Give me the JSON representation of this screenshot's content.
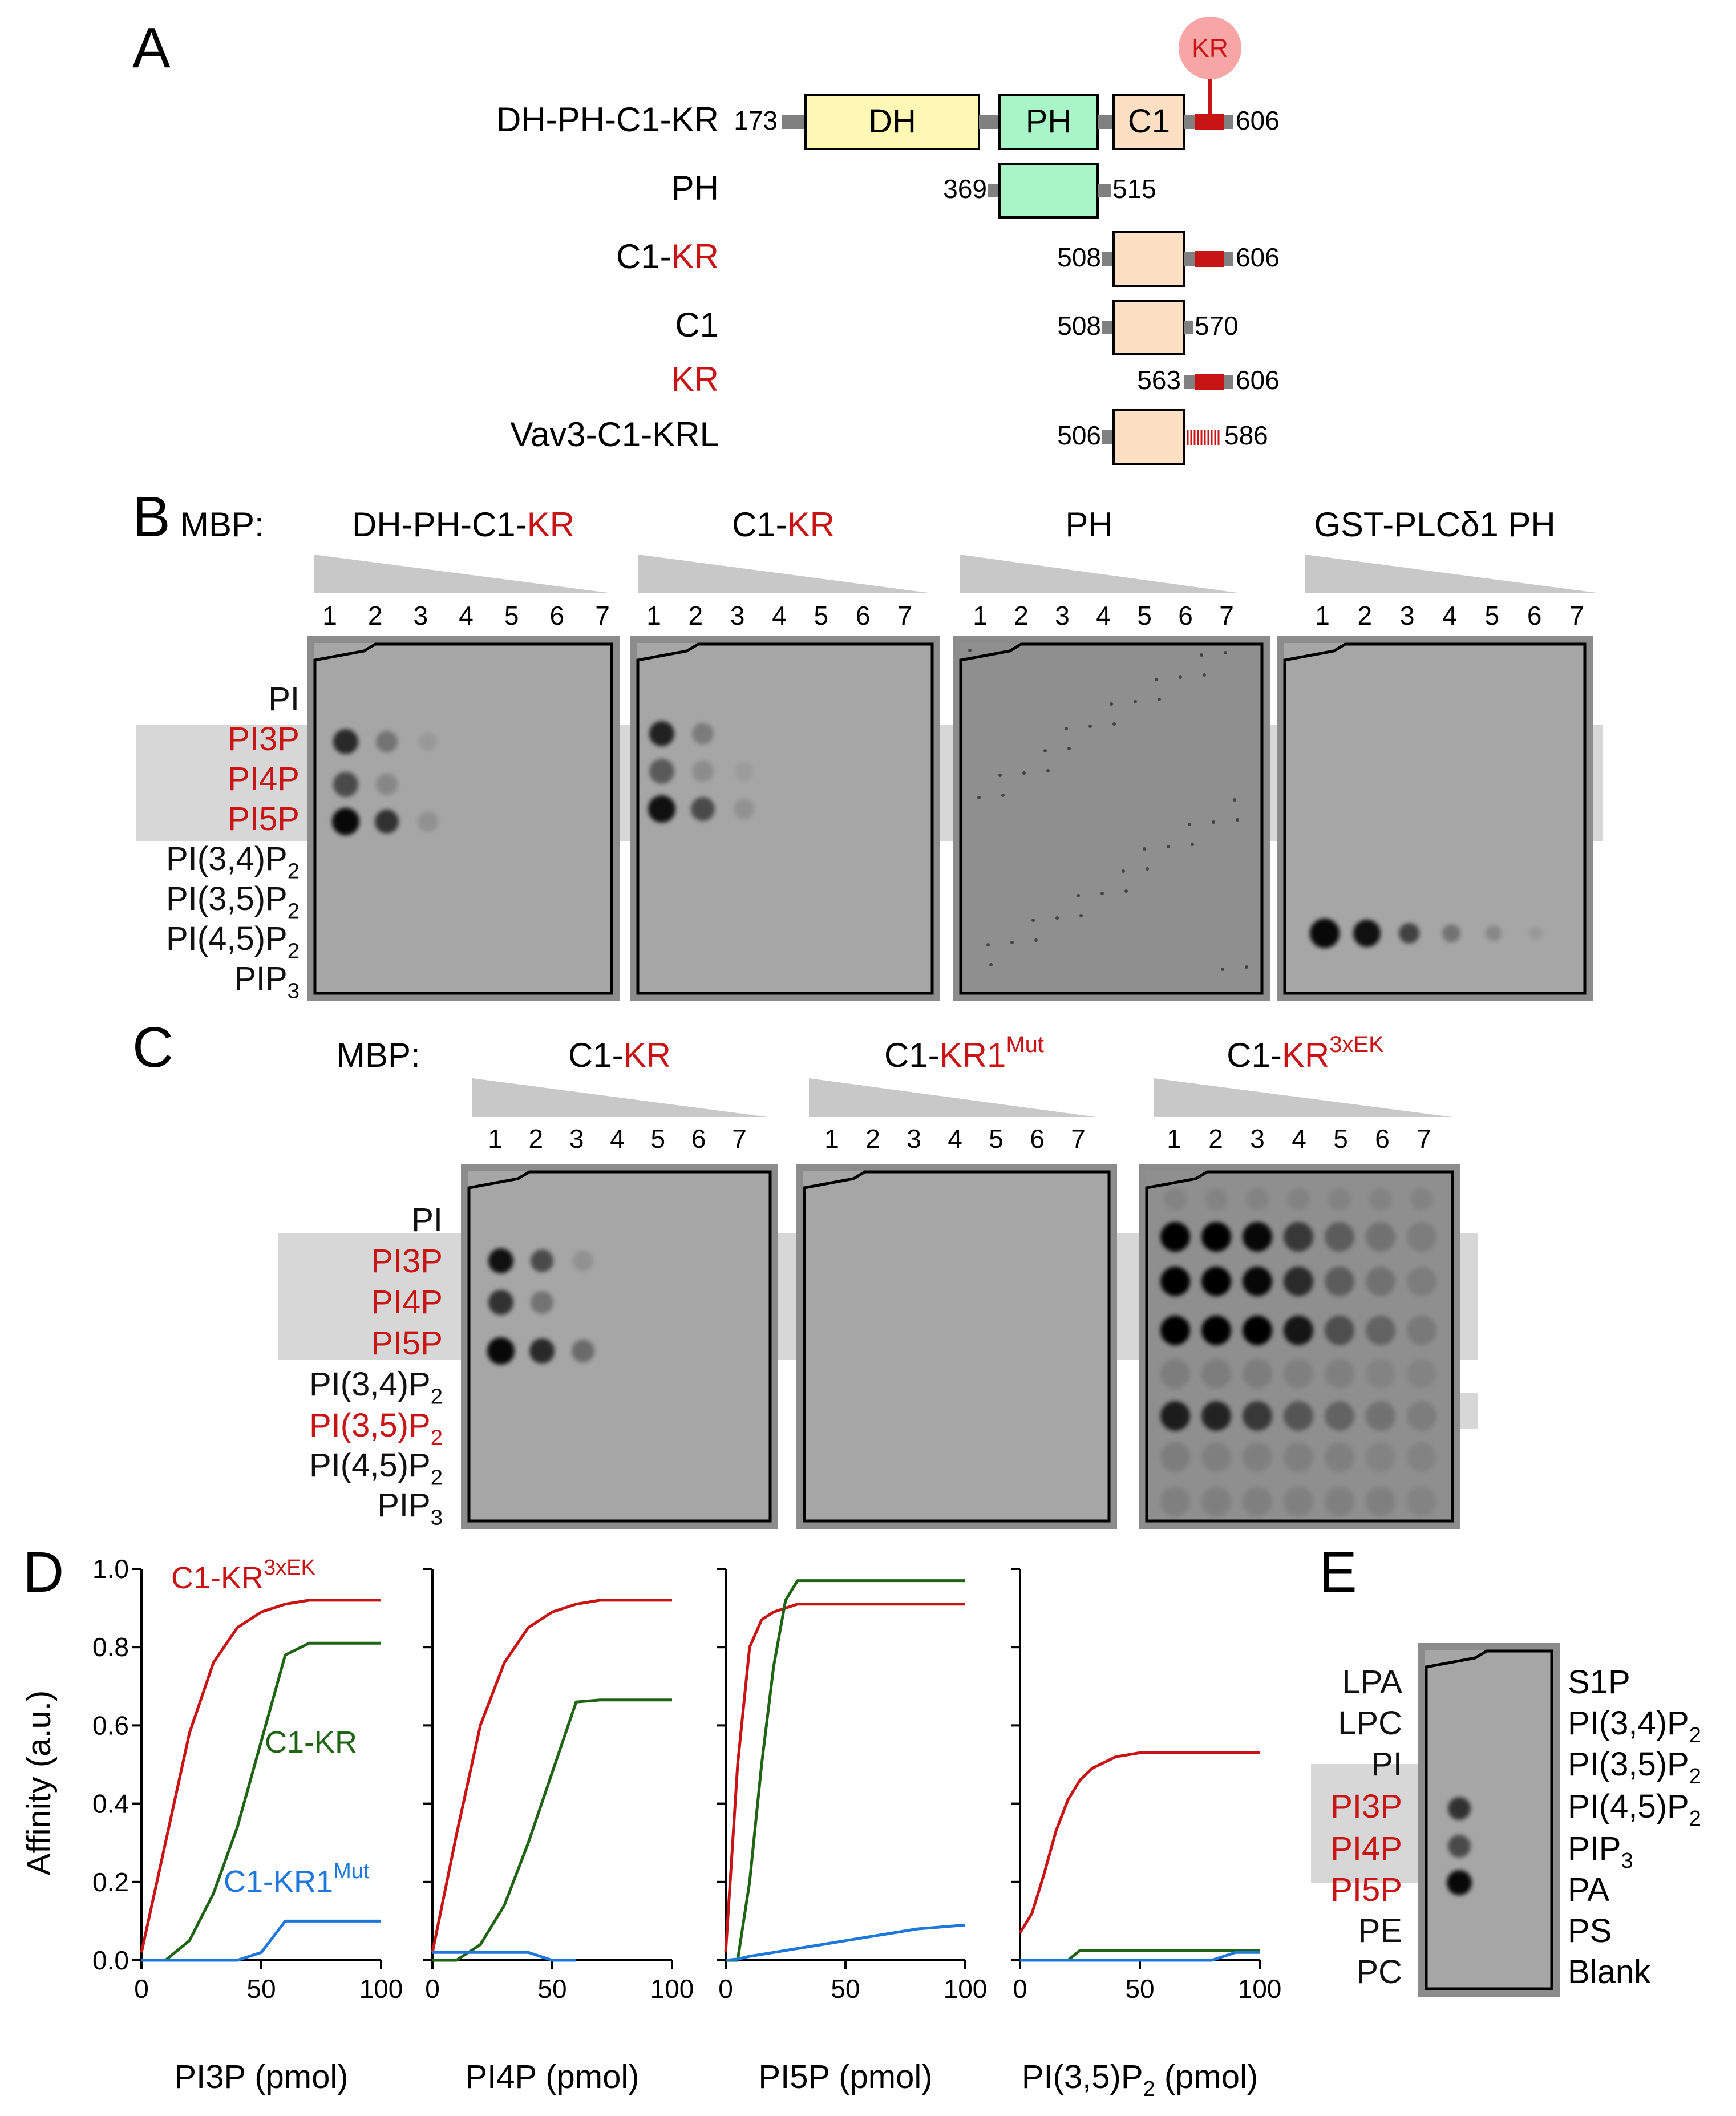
{
  "colors": {
    "red": "#c81414",
    "green": "#1e6414",
    "blue": "#1e78dc",
    "gray_band": "#d7d7d7",
    "membrane": "#a5a5a5",
    "membrane_frame": "#7f7f7f"
  },
  "panelA": {
    "letter": "A",
    "kr_bubble": "KR",
    "domain_labels": {
      "DH": "DH",
      "PH": "PH",
      "C1": "C1"
    },
    "constructs": [
      {
        "label": "DH-PH-C1-KR",
        "start": "173",
        "end": "606"
      },
      {
        "label": "PH",
        "start": "369",
        "end": "515"
      },
      {
        "label_black": "C1-",
        "label_red": "KR",
        "start": "508",
        "end": "606"
      },
      {
        "label": "C1",
        "start": "508",
        "end": "570"
      },
      {
        "label_red": "KR",
        "start": "563",
        "end": "606"
      },
      {
        "label": "Vav3-C1-KRL",
        "start": "506",
        "end": "586"
      }
    ]
  },
  "panelB": {
    "letter": "B",
    "prefix": "MBP:",
    "titles": [
      {
        "black": "DH-PH-C1-",
        "red": "KR"
      },
      {
        "black": "C1-",
        "red": "KR"
      },
      {
        "black": "PH",
        "red": ""
      },
      {
        "black": "GST-PLCδ1 PH",
        "red": ""
      }
    ],
    "lanes": [
      "1",
      "2",
      "3",
      "4",
      "5",
      "6",
      "7"
    ],
    "rows": [
      {
        "base": "PI",
        "red": false
      },
      {
        "base": "PI3P",
        "red": true
      },
      {
        "base": "PI4P",
        "red": true
      },
      {
        "base": "PI5P",
        "red": true
      },
      {
        "base": "PI(3,4)P",
        "sub": "2",
        "red": false
      },
      {
        "base": "PI(3,5)P",
        "sub": "2",
        "red": false
      },
      {
        "base": "PI(4,5)P",
        "sub": "2",
        "red": false
      },
      {
        "base": "PIP",
        "sub": "3",
        "red": false
      }
    ]
  },
  "panelC": {
    "letter": "C",
    "prefix": "MBP:",
    "titles": [
      {
        "black": "C1-",
        "red": "KR",
        "sup": ""
      },
      {
        "black": "C1-",
        "red": "KR1",
        "sup": "Mut"
      },
      {
        "black": "C1-",
        "red": "KR",
        "sup": "3xEK"
      }
    ],
    "lanes": [
      "1",
      "2",
      "3",
      "4",
      "5",
      "6",
      "7"
    ],
    "rows": [
      {
        "base": "PI",
        "red": false
      },
      {
        "base": "PI3P",
        "red": true
      },
      {
        "base": "PI4P",
        "red": true
      },
      {
        "base": "PI5P",
        "red": true
      },
      {
        "base": "PI(3,4)P",
        "sub": "2",
        "red": false
      },
      {
        "base": "PI(3,5)P",
        "sub": "2",
        "red": true
      },
      {
        "base": "PI(4,5)P",
        "sub": "2",
        "red": false
      },
      {
        "base": "PIP",
        "sub": "3",
        "red": false
      }
    ]
  },
  "panelD": {
    "letter": "D",
    "ylabel": "Affinity (a.u.)",
    "yticks": [
      "0.0",
      "0.2",
      "0.4",
      "0.6",
      "0.8",
      "1.0"
    ],
    "xticks": [
      "0",
      "50",
      "100"
    ],
    "series_labels": [
      {
        "black": "C1-KR",
        "sup": "3xEK",
        "color": "red"
      },
      {
        "black": "C1-KR",
        "sup": "",
        "color": "green"
      },
      {
        "black": "C1-KR1",
        "sup": "Mut",
        "color": "blue"
      }
    ]
  },
  "chart_data": [
    {
      "type": "line",
      "xlabel": "PI3P (pmol)",
      "ylabel": "Affinity (a.u.)",
      "xlim": [
        0,
        100
      ],
      "ylim": [
        0,
        1.0
      ],
      "x": [
        0,
        10,
        20,
        30,
        40,
        50,
        60,
        70,
        80,
        90,
        100
      ],
      "series": [
        {
          "name": "C1-KR3xEK",
          "color": "red",
          "values": [
            0.02,
            0.3,
            0.58,
            0.76,
            0.85,
            0.89,
            0.91,
            0.92,
            0.92,
            0.92,
            0.92
          ]
        },
        {
          "name": "C1-KR",
          "color": "green",
          "values": [
            0.0,
            0.0,
            0.05,
            0.17,
            0.34,
            0.56,
            0.78,
            0.81,
            0.81,
            0.81,
            0.81
          ]
        },
        {
          "name": "C1-KR1Mut",
          "color": "blue",
          "values": [
            0.0,
            0.0,
            0.0,
            0.0,
            0.0,
            0.02,
            0.1,
            0.1,
            0.1,
            0.1,
            0.1
          ]
        }
      ]
    },
    {
      "type": "line",
      "xlabel": "PI4P (pmol)",
      "ylabel": "",
      "xlim": [
        0,
        100
      ],
      "ylim": [
        0,
        1.0
      ],
      "x": [
        0,
        10,
        20,
        30,
        40,
        50,
        60,
        70,
        80,
        90,
        100
      ],
      "series": [
        {
          "name": "C1-KR3xEK",
          "color": "red",
          "values": [
            0.02,
            0.32,
            0.6,
            0.76,
            0.85,
            0.89,
            0.91,
            0.92,
            0.92,
            0.92,
            0.92
          ]
        },
        {
          "name": "C1-KR",
          "color": "green",
          "values": [
            0.0,
            0.0,
            0.04,
            0.14,
            0.3,
            0.48,
            0.66,
            0.665,
            0.665,
            0.665,
            0.665
          ]
        },
        {
          "name": "C1-KR1Mut",
          "color": "blue",
          "values": [
            0.02,
            0.02,
            0.02,
            0.02,
            0.02,
            0.0,
            0.0,
            null,
            null,
            null,
            null
          ]
        }
      ]
    },
    {
      "type": "line",
      "xlabel": "PI5P (pmol)",
      "ylabel": "",
      "xlim": [
        0,
        100
      ],
      "ylim": [
        0,
        1.0
      ],
      "x": [
        0,
        5,
        10,
        15,
        20,
        25,
        30,
        40,
        50,
        60,
        70,
        80,
        90,
        100
      ],
      "series": [
        {
          "name": "C1-KR3xEK",
          "color": "red",
          "values": [
            0.02,
            0.5,
            0.8,
            0.87,
            0.89,
            0.9,
            0.91,
            0.91,
            0.91,
            0.91,
            0.91,
            0.91,
            0.91,
            0.91
          ]
        },
        {
          "name": "C1-KR",
          "color": "green",
          "values": [
            0.0,
            0.0,
            0.2,
            0.5,
            0.75,
            0.92,
            0.97,
            0.97,
            0.97,
            0.97,
            0.97,
            0.97,
            0.97,
            0.97
          ]
        },
        {
          "name": "C1-KR1Mut",
          "color": "blue",
          "values": [
            0.0,
            0.003,
            0.01,
            0.015,
            0.02,
            0.025,
            0.03,
            0.04,
            0.05,
            0.06,
            0.07,
            0.08,
            0.085,
            0.09
          ]
        }
      ]
    },
    {
      "type": "line",
      "xlabel": "PI(3,5)P2 (pmol)",
      "ylabel": "",
      "xlim": [
        0,
        100
      ],
      "ylim": [
        0,
        1.0
      ],
      "x": [
        0,
        5,
        10,
        15,
        20,
        25,
        30,
        40,
        50,
        60,
        70,
        80,
        90,
        100
      ],
      "series": [
        {
          "name": "C1-KR3xEK",
          "color": "red",
          "values": [
            0.07,
            0.12,
            0.22,
            0.33,
            0.41,
            0.46,
            0.49,
            0.52,
            0.53,
            0.53,
            0.53,
            0.53,
            0.53,
            0.53
          ]
        },
        {
          "name": "C1-KR",
          "color": "green",
          "values": [
            0.0,
            0.0,
            0.0,
            0.0,
            0.0,
            0.025,
            0.025,
            0.025,
            0.025,
            0.025,
            0.025,
            0.025,
            0.025,
            0.025
          ]
        },
        {
          "name": "C1-KR1Mut",
          "color": "blue",
          "values": [
            0.0,
            0.0,
            0.0,
            0.0,
            0.0,
            0.0,
            0.0,
            0.0,
            0.0,
            0.0,
            0.0,
            0.0,
            0.02,
            0.02
          ]
        }
      ]
    }
  ],
  "panelE": {
    "letter": "E",
    "left": [
      {
        "base": "LPA",
        "red": false
      },
      {
        "base": "LPC",
        "red": false
      },
      {
        "base": "PI",
        "red": false
      },
      {
        "base": "PI3P",
        "red": true
      },
      {
        "base": "PI4P",
        "red": true
      },
      {
        "base": "PI5P",
        "red": true
      },
      {
        "base": "PE",
        "red": false
      },
      {
        "base": "PC",
        "red": false
      }
    ],
    "right": [
      {
        "base": "S1P"
      },
      {
        "base": "PI(3,4)P",
        "sub": "2"
      },
      {
        "base": "PI(3,5)P",
        "sub": "2"
      },
      {
        "base": "PI(4,5)P",
        "sub": "2"
      },
      {
        "base": "PIP",
        "sub": "3"
      },
      {
        "base": "PA"
      },
      {
        "base": "PS"
      },
      {
        "base": "Blank"
      }
    ]
  }
}
